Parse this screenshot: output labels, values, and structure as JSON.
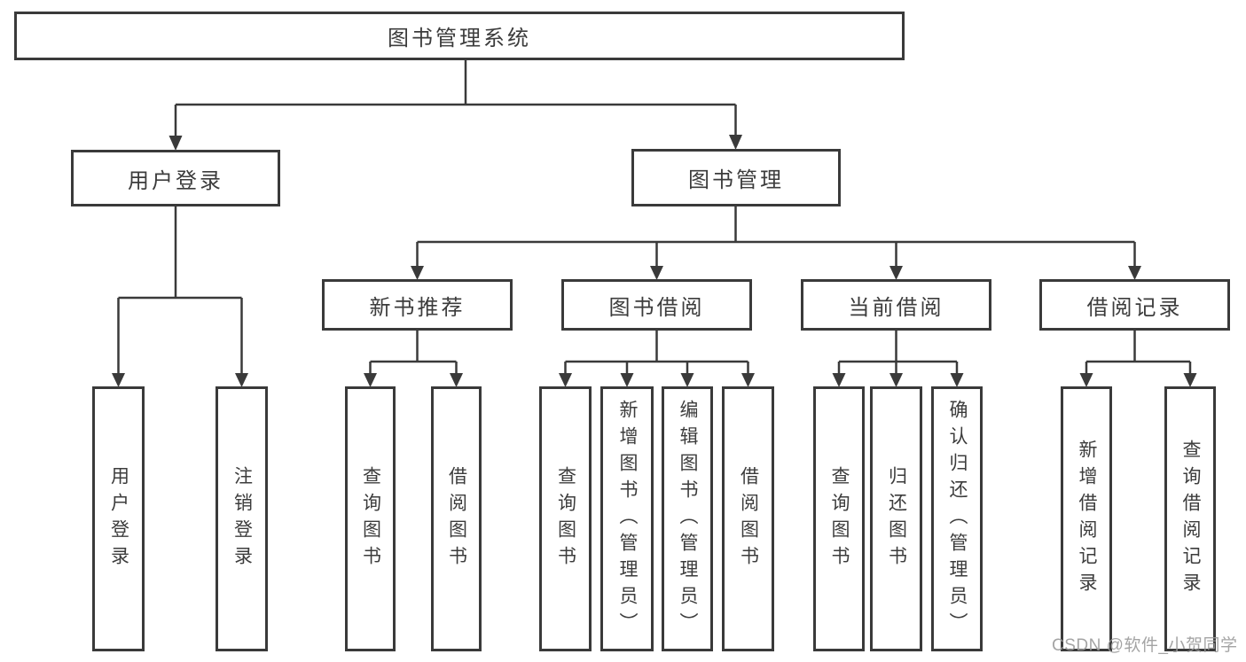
{
  "diagram": {
    "title": "图书管理系统",
    "nodes": {
      "root": {
        "label": "图书管理系统"
      },
      "userLogin": {
        "label": "用户登录"
      },
      "bookMgmt": {
        "label": "图书管理"
      },
      "login": {
        "label": "用户登录"
      },
      "logout": {
        "label": "注销登录"
      },
      "newRec": {
        "label": "新书推荐"
      },
      "borrow": {
        "label": "图书借阅"
      },
      "current": {
        "label": "当前借阅"
      },
      "records": {
        "label": "借阅记录"
      },
      "recQuery": {
        "label": "查询图书"
      },
      "recBorrow": {
        "label": "借阅图书"
      },
      "bQuery": {
        "label": "查询图书"
      },
      "bAdd": {
        "label": "新增图书（管理员）"
      },
      "bEdit": {
        "label": "编辑图书（管理员）"
      },
      "bBorrow": {
        "label": "借阅图书"
      },
      "cQuery": {
        "label": "查询图书"
      },
      "cReturn": {
        "label": "归还图书"
      },
      "cConfirm": {
        "label": "确认归还（管理员）"
      },
      "rAdd": {
        "label": "新增借阅记录"
      },
      "rQuery": {
        "label": "查询借阅记录"
      }
    },
    "hierarchy": {
      "图书管理系统": {
        "用户登录": [
          "用户登录",
          "注销登录"
        ],
        "图书管理": {
          "新书推荐": [
            "查询图书",
            "借阅图书"
          ],
          "图书借阅": [
            "查询图书",
            "新增图书（管理员）",
            "编辑图书（管理员）",
            "借阅图书"
          ],
          "当前借阅": [
            "查询图书",
            "归还图书",
            "确认归还（管理员）"
          ],
          "借阅记录": [
            "新增借阅记录",
            "查询借阅记录"
          ]
        }
      }
    },
    "colors": {
      "line": "#3a3a3a",
      "text": "#3c3c3c",
      "background": "#ffffff",
      "watermark": "#9b9b9b"
    }
  },
  "watermark": "CSDN @软件_小贺同学"
}
